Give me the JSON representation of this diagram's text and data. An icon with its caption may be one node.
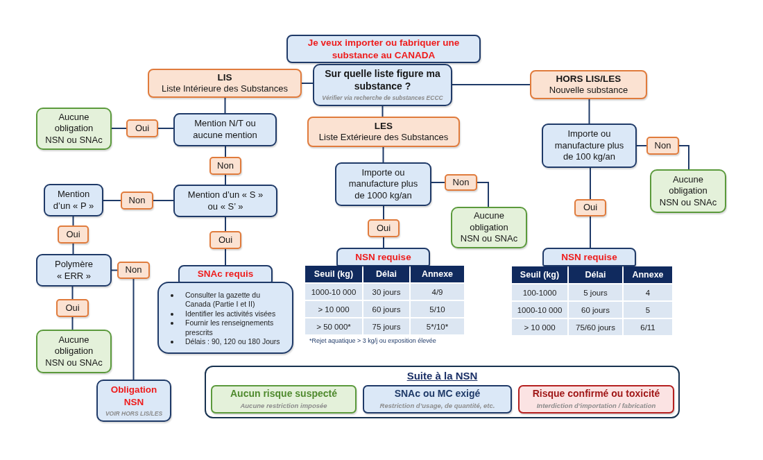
{
  "diagram": {
    "nodes": [
      {
        "text": [
          "Je veux importer ou fabriquer une substance au CANADA"
        ]
      },
      {
        "text": [
          "Sur quelle liste figure ma substance ?",
          "Vérifier via recherche de substances ECCC"
        ]
      },
      {
        "text": [
          "LIS",
          "Liste Intérieure des Substances"
        ]
      },
      {
        "text": [
          "HORS LIS/LES",
          "Nouvelle substance"
        ]
      },
      {
        "text": [
          "Aucune obligation NSN ou SNAc"
        ]
      },
      {
        "text": [
          "Oui"
        ]
      },
      {
        "text": [
          "Mention N/T ou aucune mention"
        ]
      },
      {
        "text": [
          "LES",
          "Liste Extérieure des Substances"
        ]
      },
      {
        "text": [
          "Importe ou manufacture plus de 100 kg/an"
        ]
      },
      {
        "text": [
          "Non"
        ]
      },
      {
        "text": [
          "Aucune obligation NSN ou SNAc"
        ]
      },
      {
        "text": [
          "Non"
        ]
      },
      {
        "text": [
          "Importe ou manufacture plus de 1000 kg/an"
        ]
      },
      {
        "text": [
          "Non"
        ]
      },
      {
        "text": [
          "Mention d’un « P »"
        ]
      },
      {
        "text": [
          "Non"
        ]
      },
      {
        "text": [
          "Mention d’un « S » ou « S’ »"
        ]
      },
      {
        "text": [
          "Aucune obligation NSN ou SNAc"
        ]
      },
      {
        "text": [
          "Oui"
        ]
      },
      {
        "text": [
          "Oui"
        ]
      },
      {
        "text": [
          "Oui"
        ]
      },
      {
        "text": [
          "Oui"
        ]
      },
      {
        "text": [
          "NSN requise"
        ]
      },
      {
        "text": [
          "NSN requise"
        ]
      },
      {
        "text": [
          "Polymère « ERR »"
        ]
      },
      {
        "text": [
          "Non"
        ]
      },
      {
        "text": [
          "SNAc requis"
        ]
      },
      {
        "text": [
          "Consulter la gazette du Canada (Partie I et II)",
          "Identifier les activités visées",
          "Fournir les renseignements prescrits",
          "Délais : 90, 120 ou 180 Jours"
        ]
      },
      {
        "text": [
          "Oui"
        ]
      },
      {
        "text": [
          "Aucune obligation NSN ou SNAc"
        ]
      },
      {
        "text": [
          "Obligation NSN",
          "VOIR HORS LIS/LES"
        ]
      },
      {
        "text": [
          "Suite à la NSN"
        ]
      },
      {
        "text": [
          "Aucun risque suspecté",
          "Aucune restriction imposée"
        ],
        "in": 31
      },
      {
        "text": [
          "SNAc ou MC exigé",
          "Restriction d’usage, de quantité, etc."
        ],
        "in": 31
      },
      {
        "text": [
          "Risque confirmé ou toxicité",
          "Interdiction d’importation / fabrication"
        ],
        "in": 31
      }
    ],
    "edges": [
      {
        "from": 1,
        "to": 2,
        "arrow": "none"
      },
      {
        "from": 1,
        "to": 3,
        "arrow": "none"
      },
      {
        "from": 1,
        "to": 7,
        "arrow": "none"
      },
      {
        "from": 2,
        "to": 6,
        "arrow": "none"
      },
      {
        "from": 6,
        "to": 5,
        "arrow": "none"
      },
      {
        "from": 5,
        "to": 4,
        "arrow": "none"
      },
      {
        "from": 6,
        "to": 11,
        "arrow": "none"
      },
      {
        "from": 11,
        "to": 16,
        "arrow": "none"
      },
      {
        "from": 16,
        "to": 15,
        "arrow": "none"
      },
      {
        "from": 15,
        "to": 14,
        "arrow": "none"
      },
      {
        "from": 14,
        "to": 20,
        "arrow": "none"
      },
      {
        "from": 20,
        "to": 24,
        "arrow": "none"
      },
      {
        "from": 24,
        "to": 28,
        "arrow": "none"
      },
      {
        "from": 28,
        "to": 29,
        "arrow": "none"
      },
      {
        "from": 24,
        "to": 25,
        "arrow": "none"
      },
      {
        "from": 25,
        "to": 30,
        "arrow": "none"
      },
      {
        "from": 16,
        "to": 21,
        "arrow": "none"
      },
      {
        "from": 21,
        "to": 26,
        "arrow": "none"
      },
      {
        "from": 7,
        "to": 12,
        "arrow": "none"
      },
      {
        "from": 12,
        "to": 13,
        "arrow": "none"
      },
      {
        "from": 13,
        "to": 17,
        "arrow": "none"
      },
      {
        "from": 12,
        "to": 19,
        "arrow": "none"
      },
      {
        "from": 19,
        "to": 22,
        "arrow": "none"
      },
      {
        "from": 3,
        "to": 8,
        "arrow": "none"
      },
      {
        "from": 8,
        "to": 9,
        "arrow": "none"
      },
      {
        "from": 9,
        "to": 10,
        "arrow": "none"
      },
      {
        "from": 8,
        "to": 18,
        "arrow": "none"
      },
      {
        "from": 18,
        "to": 23,
        "arrow": "none"
      }
    ],
    "labels": [
      "Seuil (kg)",
      "Délai",
      "Annexe",
      "1000-10 000",
      "30 jours",
      "4/9",
      "> 10 000",
      "60 jours",
      "5/10",
      "> 50 000*",
      "75 jours",
      "5*/10*",
      "*Rejet aquatique > 3 kg/j ou exposition élevée",
      "Seuil (kg)",
      "Délai",
      "Annexe",
      "100-1000",
      "5 jours",
      "4",
      "1000-10 000",
      "60 jours",
      "5",
      "> 10 000",
      "75/60 jours",
      "6/11"
    ]
  }
}
